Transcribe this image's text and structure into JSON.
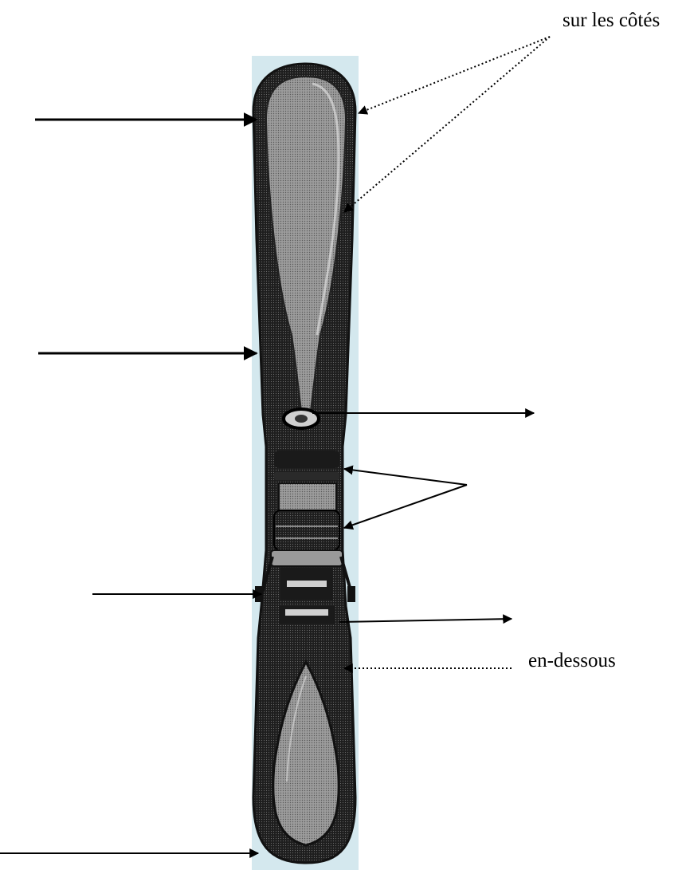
{
  "labels": {
    "sides": "sur les côtés",
    "underneath": "en-dessous"
  },
  "colors": {
    "background": "#ffffff",
    "ink": "#000000",
    "ski_strip": "#d4e8ee",
    "ski_body": "#3a3a3a",
    "ski_face": "#b9b9b9"
  },
  "illustration": {
    "subject": "ski-with-binding",
    "arrow_count": 9
  }
}
